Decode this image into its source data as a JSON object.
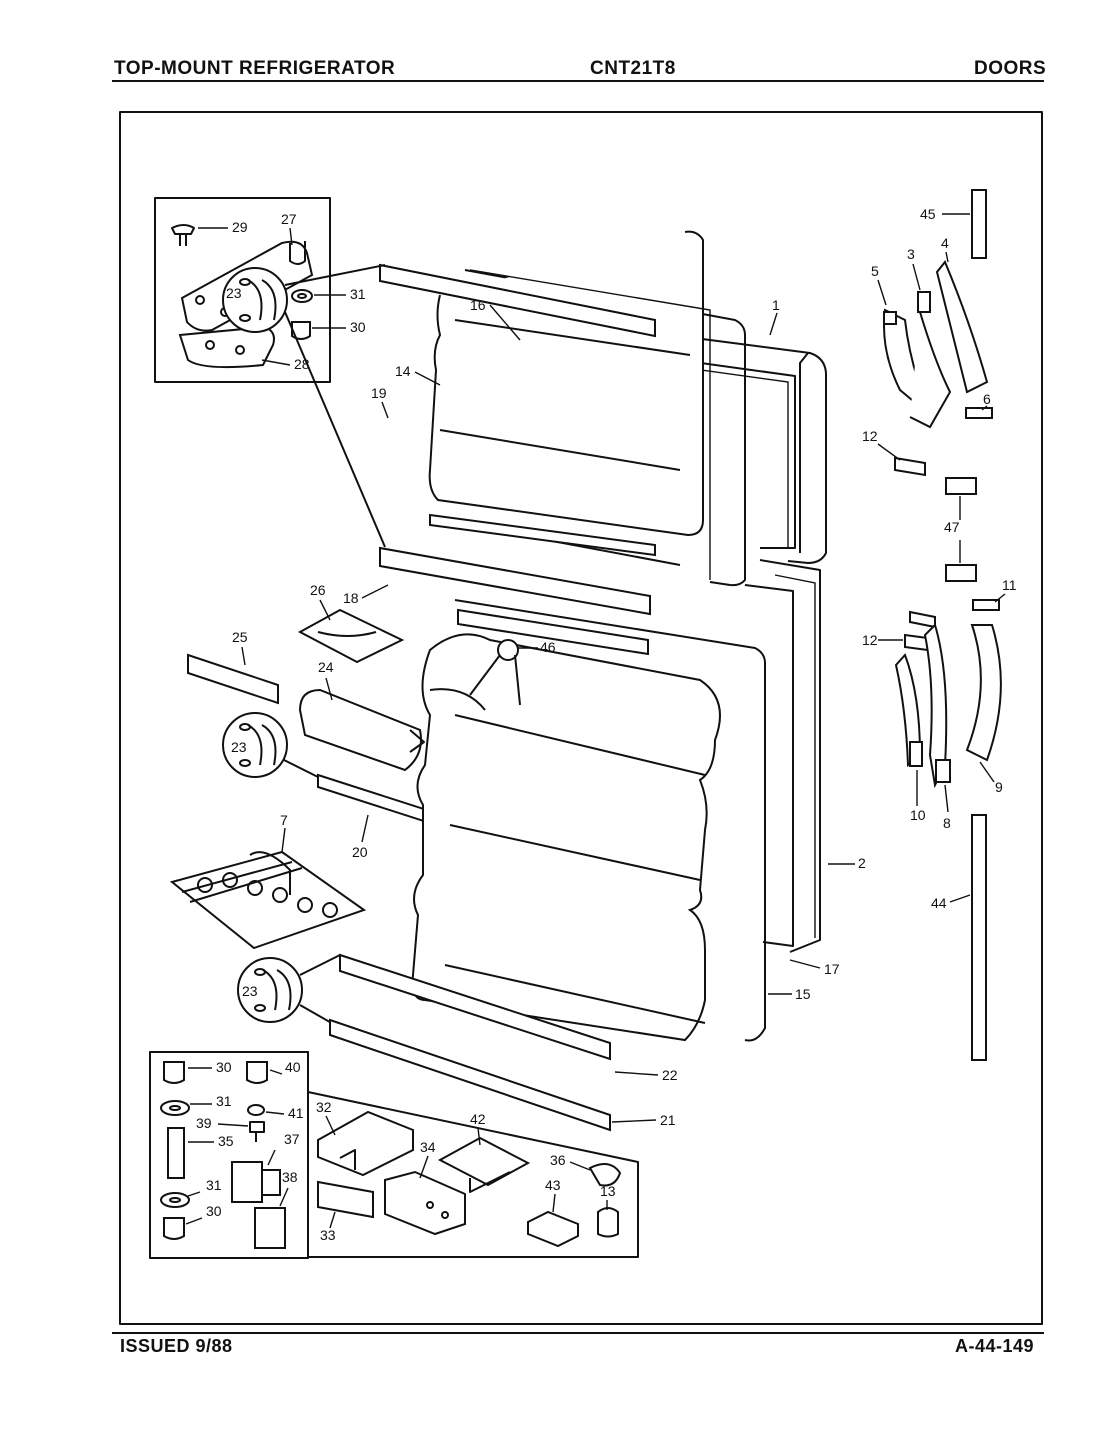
{
  "header": {
    "left": "TOP-MOUNT REFRIGERATOR",
    "center": "CNT21T8",
    "right": "DOORS"
  },
  "footer": {
    "left": "ISSUED 9/88",
    "right": "A-44-149"
  },
  "callouts": {
    "c1": "1",
    "c2": "2",
    "c3": "3",
    "c4": "4",
    "c5": "5",
    "c6": "6",
    "c7": "7",
    "c8": "8",
    "c9": "9",
    "c10": "10",
    "c11": "11",
    "c12a": "12",
    "c12b": "12",
    "c13": "13",
    "c14": "14",
    "c15": "15",
    "c16": "16",
    "c17": "17",
    "c18": "18",
    "c19": "19",
    "c20": "20",
    "c21": "21",
    "c22": "22",
    "c23a": "23",
    "c23b": "23",
    "c23c": "23",
    "c24": "24",
    "c25": "25",
    "c26": "26",
    "c27": "27",
    "c28": "28",
    "c29": "29",
    "c30a": "30",
    "c30b": "30",
    "c30c": "30",
    "c31a": "31",
    "c31b": "31",
    "c31c": "31",
    "c32": "32",
    "c33": "33",
    "c34": "34",
    "c35": "35",
    "c36": "36",
    "c37": "37",
    "c38": "38",
    "c39": "39",
    "c40": "40",
    "c41": "41",
    "c42": "42",
    "c43": "43",
    "c44": "44",
    "c45": "45",
    "c46": "46",
    "c47": "47"
  }
}
